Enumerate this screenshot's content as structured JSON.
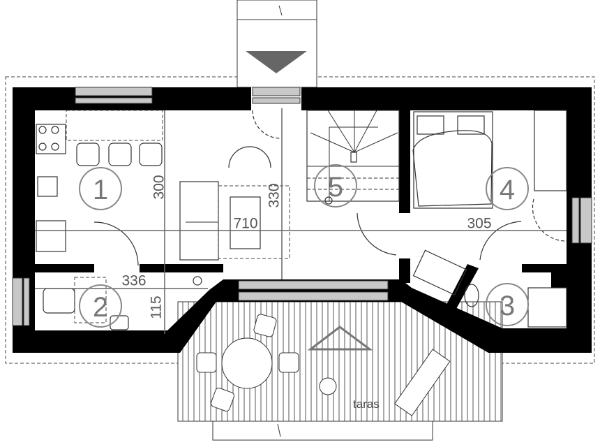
{
  "plan": {
    "rooms": [
      {
        "number": "1"
      },
      {
        "number": "2"
      },
      {
        "number": "3"
      },
      {
        "number": "4"
      },
      {
        "number": "5"
      }
    ],
    "dimensions": {
      "kitchen_height": "300",
      "living_height": "330",
      "total_width": "710",
      "bedroom_width": "305",
      "bath_width": "336",
      "bath_height": "115"
    },
    "terrace_label": "taras"
  },
  "colors": {
    "wall": "#000000",
    "window": "#c8c8c8",
    "label": "#777777",
    "entrance_arrow": "#666666"
  }
}
